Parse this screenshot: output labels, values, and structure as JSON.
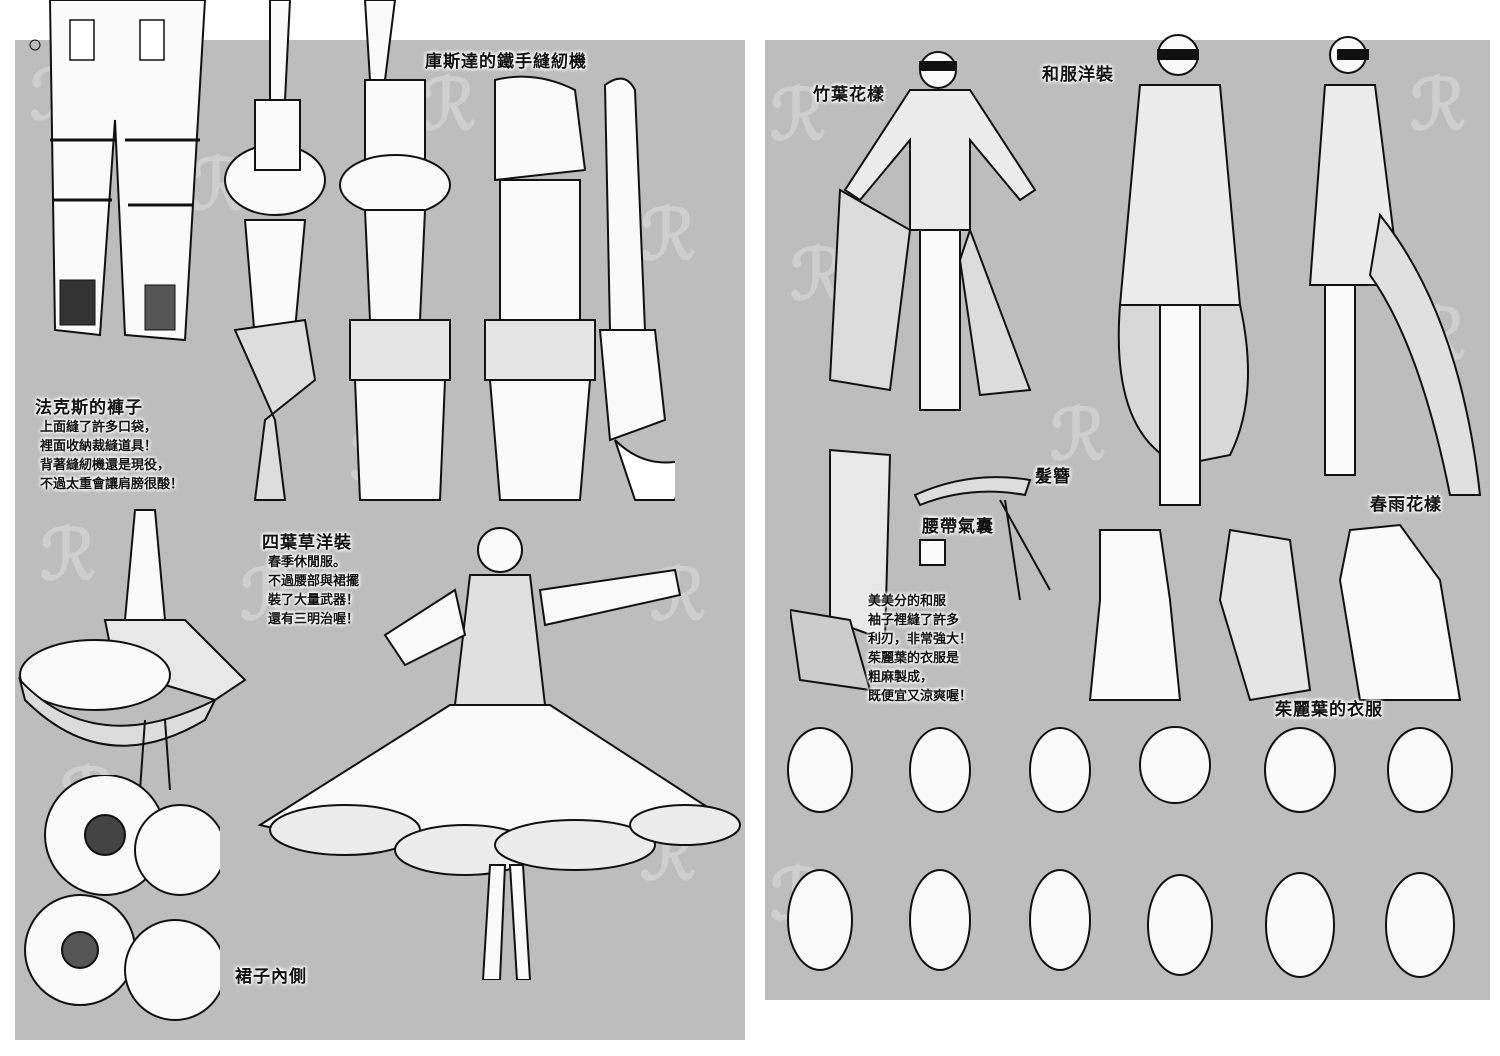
{
  "left_page": {
    "pants": {
      "title": "法克斯的褲子",
      "lines": [
        "上面縫了許多口袋，",
        "裡面收納裁縫道具！",
        "背著縫紉機還是現役，",
        "不過太重會讓肩膀很酸！"
      ]
    },
    "sewing_machine": {
      "title": "庫斯達的鐵手縫紉機"
    },
    "clover_dress": {
      "title": "四葉草洋裝",
      "lines": [
        "春季休閒服。",
        "不過腰部與裙擺",
        "裝了大量武器！",
        "還有三明治喔！"
      ]
    },
    "skirt_inside": {
      "title": "裙子內側"
    }
  },
  "right_page": {
    "bamboo": {
      "title": "竹葉花樣"
    },
    "kimono_dress": {
      "title": "和服洋裝"
    },
    "hairpin": {
      "title": "髮簪"
    },
    "obi_airbag": {
      "title": "腰帶氣囊"
    },
    "spring_rain": {
      "title": "春雨花樣"
    },
    "kimono_note": {
      "lines": [
        "美美分的和服",
        "袖子裡縫了許多",
        "利刃，非常強大！",
        "茱麗葉的衣服是",
        "粗麻製成，",
        "既便宜又涼爽喔！"
      ]
    },
    "juliet_clothes": {
      "title": "茱麗葉的衣服"
    }
  },
  "colors": {
    "background": "#bdbdbd",
    "ink": "#111111",
    "paper": "#ffffff"
  }
}
